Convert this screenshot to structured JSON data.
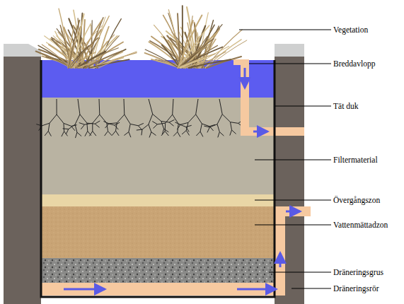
{
  "diagram": {
    "labels": [
      "Vegetation",
      "Breddavlopp",
      "Tät duk",
      "Filtermaterial",
      "Övergångszon",
      "Vattenmättadzon",
      "Dräneringsgrus",
      "Dräneringsrör"
    ]
  }
}
